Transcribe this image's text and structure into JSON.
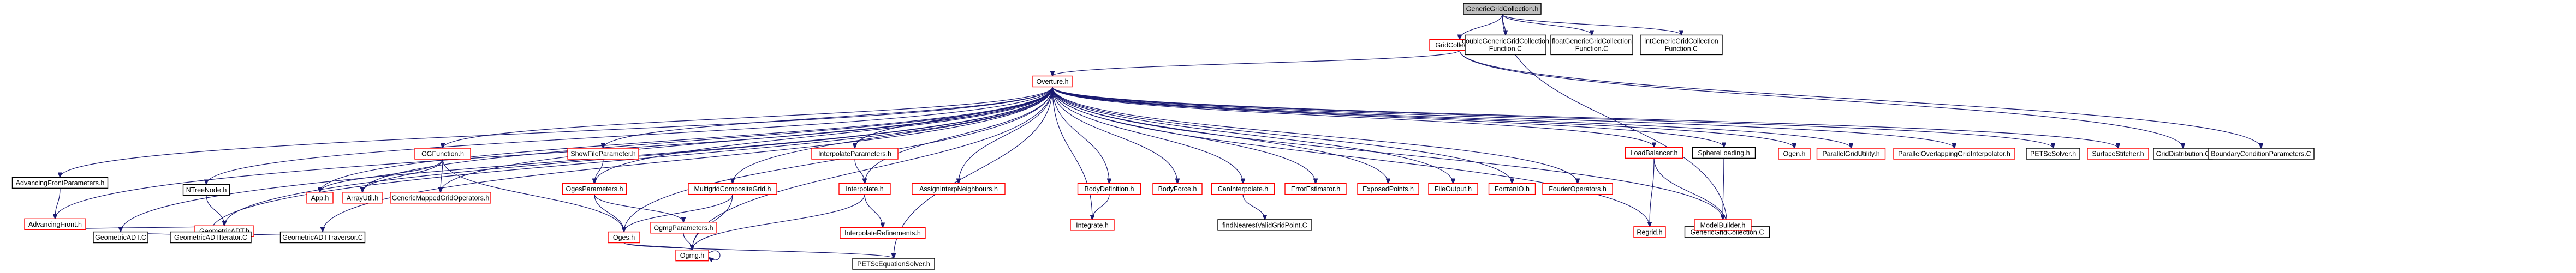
{
  "graph": {
    "nodes": [
      {
        "id": "GenericGridCollection",
        "label": "GenericGridCollection.h",
        "style": "root"
      },
      {
        "id": "GridCollection",
        "label": "GridCollection.h",
        "style": "red"
      },
      {
        "id": "doubleGeneric",
        "label": "doubleGenericGridCollection Function.C",
        "style": "black"
      },
      {
        "id": "floatGeneric",
        "label": "floatGenericGridCollection Function.C",
        "style": "black"
      },
      {
        "id": "intGeneric",
        "label": "intGenericGridCollection Function.C",
        "style": "black"
      },
      {
        "id": "Overture",
        "label": "Overture.h",
        "style": "red"
      },
      {
        "id": "AdvancingFrontParameters",
        "label": "AdvancingFrontParameters.h",
        "style": "black"
      },
      {
        "id": "NTreeNode",
        "label": "NTreeNode.h",
        "style": "black"
      },
      {
        "id": "OGFunction",
        "label": "OGFunction.h",
        "style": "red"
      },
      {
        "id": "ShowFileParameter",
        "label": "ShowFileParameter.h",
        "style": "red"
      },
      {
        "id": "InterpolateParameters",
        "label": "InterpolateParameters.h",
        "style": "red"
      },
      {
        "id": "AssignInterpNeighbours",
        "label": "AssignInterpNeighbours.h",
        "style": "red"
      },
      {
        "id": "BodyDefinition",
        "label": "BodyDefinition.h",
        "style": "red"
      },
      {
        "id": "BodyForce",
        "label": "BodyForce.h",
        "style": "red"
      },
      {
        "id": "CanInterpolate",
        "label": "CanInterpolate.h",
        "style": "red"
      },
      {
        "id": "ErrorEstimator",
        "label": "ErrorEstimator.h",
        "style": "red"
      },
      {
        "id": "ExposedPoints",
        "label": "ExposedPoints.h",
        "style": "red"
      },
      {
        "id": "FileOutput",
        "label": "FileOutput.h",
        "style": "red"
      },
      {
        "id": "FortranIO",
        "label": "FortranIO.h",
        "style": "red"
      },
      {
        "id": "FourierOperators",
        "label": "FourierOperators.h",
        "style": "red"
      },
      {
        "id": "LoadBalancer",
        "label": "LoadBalancer.h",
        "style": "red"
      },
      {
        "id": "SphereLoading",
        "label": "SphereLoading.h",
        "style": "black"
      },
      {
        "id": "Ogen",
        "label": "Ogen.h",
        "style": "red"
      },
      {
        "id": "ParallelGridUtility",
        "label": "ParallelGridUtility.h",
        "style": "red"
      },
      {
        "id": "ParallelOverlapping",
        "label": "ParallelOverlappingGridInterpolator.h",
        "style": "red"
      },
      {
        "id": "PETScSolver",
        "label": "PETScSolver.h",
        "style": "black"
      },
      {
        "id": "SurfaceStitcher",
        "label": "SurfaceStitcher.h",
        "style": "red"
      },
      {
        "id": "GridDistribution",
        "label": "GridDistribution.C",
        "style": "black"
      },
      {
        "id": "BoundaryCondition",
        "label": "BoundaryConditionParameters.C",
        "style": "black"
      },
      {
        "id": "AdvancingFront",
        "label": "AdvancingFront.h",
        "style": "red"
      },
      {
        "id": "GeometricADT",
        "label": "GeometricADT.h",
        "style": "red"
      },
      {
        "id": "App",
        "label": "App.h",
        "style": "red"
      },
      {
        "id": "ArrayUtil",
        "label": "ArrayUtil.h",
        "style": "red"
      },
      {
        "id": "GenericMapped",
        "label": "GenericMappedGridOperators.h",
        "style": "red"
      },
      {
        "id": "OgesParameters",
        "label": "OgesParameters.h",
        "style": "red"
      },
      {
        "id": "MultigridComposite",
        "label": "MultigridCompositeGrid.h",
        "style": "red"
      },
      {
        "id": "Interpolate",
        "label": "Interpolate.h",
        "style": "red"
      },
      {
        "id": "Integrate",
        "label": "Integrate.h",
        "style": "red"
      },
      {
        "id": "findNearest",
        "label": "findNearestValidGridPoint.C",
        "style": "black"
      },
      {
        "id": "Regrid",
        "label": "Regrid.h",
        "style": "red"
      },
      {
        "id": "GenericGridCollectionC",
        "label": "GenericGridCollection.C",
        "style": "black"
      },
      {
        "id": "ModelBuilder",
        "label": "ModelBuilder.h",
        "style": "red"
      },
      {
        "id": "GeometricADTC",
        "label": "GeometricADT.C",
        "style": "black"
      },
      {
        "id": "GeometricADTIterator",
        "label": "GeometricADTIterator.C",
        "style": "black"
      },
      {
        "id": "GeometricADTTraversor",
        "label": "GeometricADTTraversor.C",
        "style": "black"
      },
      {
        "id": "Oges",
        "label": "Oges.h",
        "style": "red"
      },
      {
        "id": "OgmgParameters",
        "label": "OgmgParameters.h",
        "style": "red"
      },
      {
        "id": "InterpolateRefinements",
        "label": "InterpolateRefinements.h",
        "style": "red"
      },
      {
        "id": "Ogmg",
        "label": "Ogmg.h",
        "style": "red"
      },
      {
        "id": "PETScEquationSolver",
        "label": "PETScEquationSolver.h",
        "style": "black"
      }
    ],
    "edges": [
      [
        "GenericGridCollection",
        "GridCollection"
      ],
      [
        "GenericGridCollection",
        "doubleGeneric"
      ],
      [
        "GenericGridCollection",
        "floatGeneric"
      ],
      [
        "GenericGridCollection",
        "intGeneric"
      ],
      [
        "GenericGridCollection",
        "GenericGridCollectionC"
      ],
      [
        "GridCollection",
        "Overture"
      ],
      [
        "GridCollection",
        "GridDistribution"
      ],
      [
        "GridCollection",
        "BoundaryCondition"
      ],
      [
        "Overture",
        "AdvancingFrontParameters"
      ],
      [
        "Overture",
        "NTreeNode"
      ],
      [
        "Overture",
        "OGFunction"
      ],
      [
        "Overture",
        "ShowFileParameter"
      ],
      [
        "Overture",
        "InterpolateParameters"
      ],
      [
        "Overture",
        "AssignInterpNeighbours"
      ],
      [
        "Overture",
        "BodyDefinition"
      ],
      [
        "Overture",
        "BodyForce"
      ],
      [
        "Overture",
        "CanInterpolate"
      ],
      [
        "Overture",
        "ErrorEstimator"
      ],
      [
        "Overture",
        "ExposedPoints"
      ],
      [
        "Overture",
        "FileOutput"
      ],
      [
        "Overture",
        "FortranIO"
      ],
      [
        "Overture",
        "FourierOperators"
      ],
      [
        "Overture",
        "LoadBalancer"
      ],
      [
        "Overture",
        "SphereLoading"
      ],
      [
        "Overture",
        "Ogen"
      ],
      [
        "Overture",
        "ParallelGridUtility"
      ],
      [
        "Overture",
        "ParallelOverlapping"
      ],
      [
        "Overture",
        "PETScSolver"
      ],
      [
        "Overture",
        "SurfaceStitcher"
      ],
      [
        "Overture",
        "AdvancingFront"
      ],
      [
        "Overture",
        "GeometricADT"
      ],
      [
        "Overture",
        "GeometricADTC"
      ],
      [
        "Overture",
        "GeometricADTIterator"
      ],
      [
        "Overture",
        "GeometricADTTraversor"
      ],
      [
        "Overture",
        "App"
      ],
      [
        "Overture",
        "ArrayUtil"
      ],
      [
        "Overture",
        "GenericMapped"
      ],
      [
        "Overture",
        "OgesParameters"
      ],
      [
        "Overture",
        "MultigridComposite"
      ],
      [
        "Overture",
        "Interpolate"
      ],
      [
        "Overture",
        "Integrate"
      ],
      [
        "Overture",
        "Oges"
      ],
      [
        "Overture",
        "Regrid"
      ],
      [
        "Overture",
        "ModelBuilder"
      ],
      [
        "Overture",
        "PETScEquationSolver"
      ],
      [
        "Overture",
        "Ogmg"
      ],
      [
        "AdvancingFrontParameters",
        "AdvancingFront"
      ],
      [
        "NTreeNode",
        "GeometricADT"
      ],
      [
        "GeometricADT",
        "GeometricADTC"
      ],
      [
        "GeometricADT",
        "GeometricADTIterator"
      ],
      [
        "GeometricADT",
        "GeometricADTTraversor"
      ],
      [
        "GeometricADT",
        "AdvancingFront"
      ],
      [
        "OGFunction",
        "App"
      ],
      [
        "OGFunction",
        "ArrayUtil"
      ],
      [
        "OGFunction",
        "GenericMapped"
      ],
      [
        "OGFunction",
        "Oges"
      ],
      [
        "ShowFileParameter",
        "OgesParameters"
      ],
      [
        "OgesParameters",
        "Oges"
      ],
      [
        "OgesParameters",
        "OgmgParameters"
      ],
      [
        "MultigridComposite",
        "Oges"
      ],
      [
        "MultigridComposite",
        "Ogmg"
      ],
      [
        "InterpolateParameters",
        "Interpolate"
      ],
      [
        "Interpolate",
        "InterpolateRefinements"
      ],
      [
        "Interpolate",
        "Ogmg"
      ],
      [
        "BodyDefinition",
        "Integrate"
      ],
      [
        "CanInterpolate",
        "findNearest"
      ],
      [
        "LoadBalancer",
        "Regrid"
      ],
      [
        "LoadBalancer",
        "GenericGridCollectionC"
      ],
      [
        "SphereLoading",
        "ModelBuilder"
      ],
      [
        "OgmgParameters",
        "Ogmg"
      ],
      [
        "Oges",
        "Ogmg"
      ],
      [
        "Oges",
        "PETScEquationSolver"
      ],
      [
        "Ogmg",
        "Ogmg"
      ]
    ]
  }
}
